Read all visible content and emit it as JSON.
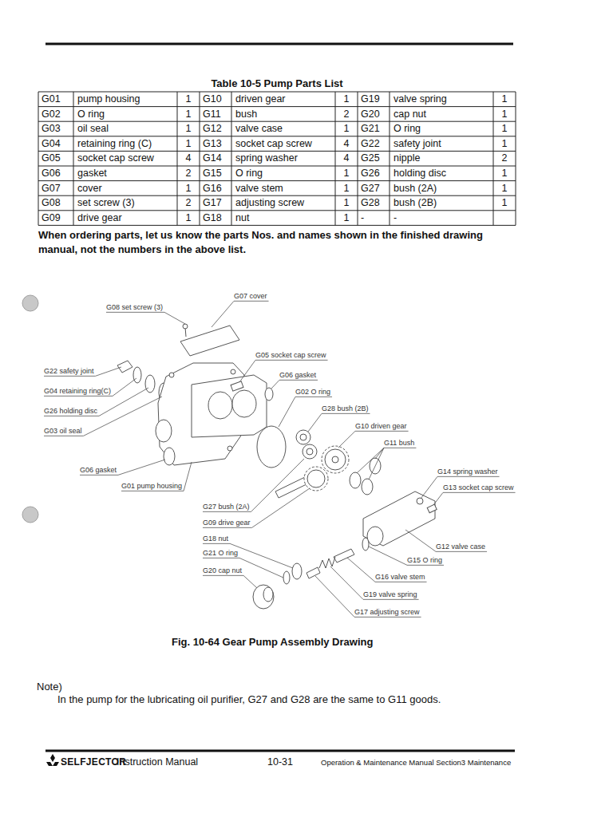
{
  "diagram": {
    "title": "Table 10-5  Pump Parts List",
    "caption": "Fig. 10-64   Gear Pump Assembly Drawing",
    "labels": [
      "G01",
      "pump housing",
      "1",
      "G10",
      "driven gear",
      "1",
      "G19",
      "valve spring",
      "1",
      "G02",
      "O ring",
      "1",
      "G11",
      "bush",
      "2",
      "G20",
      "cap nut",
      "1",
      "G03",
      "oil seal",
      "1",
      "G12",
      "valve case",
      "1",
      "G21",
      "O ring",
      "1",
      "G04",
      "retaining ring (C)",
      "1",
      "G13",
      "socket cap screw",
      "4",
      "G22",
      "safety joint",
      "1",
      "G05",
      "socket cap screw",
      "4",
      "G14",
      "spring washer",
      "4",
      "G25",
      "nipple",
      "2",
      "G06",
      "gasket",
      "2",
      "G15",
      "O ring",
      "1",
      "G26",
      "holding disc",
      "1",
      "G07",
      "cover",
      "1",
      "G16",
      "valve stem",
      "1",
      "G27",
      "bush (2A)",
      "1",
      "G08",
      "set screw (3)",
      "2",
      "G17",
      "adjusting screw",
      "1",
      "G28",
      "bush (2B)",
      "1",
      "G09",
      "drive gear",
      "1",
      "G18",
      "nut",
      "1",
      "-",
      "-",
      "When ordering parts, let us know the parts Nos. and names shown in the finished drawing manual, not the numbers in the above list.",
      "G07 cover",
      "G08 set screw (3)",
      "G05 socket cap screw",
      "G22 safety joint",
      "G06 gasket",
      "G04 retaining ring(C)",
      "G02 O ring",
      "G26 holding disc",
      "G28 bush (2B)",
      "G03 oil seal",
      "G10 driven gear",
      "G11 bush",
      "G06 gasket",
      "G14 spring washer",
      "G01 pump housing",
      "G13 socket cap screw",
      "G27 bush (2A)",
      "G09 drive gear",
      "G12 valve case",
      "G18 nut",
      "G15 O ring",
      "G21 O ring",
      "G20 cap nut",
      "G16 valve stem",
      "G19 valve spring",
      "G17 adjusting screw",
      "Note)",
      "In the pump for the lubricating oil purifier, G27 and G28 are the same to G11 goods.",
      "SELFJECTOR",
      "Instruction Manual",
      "10-31",
      "Operation & Maintenance Manual Section3 Maintenance"
    ]
  }
}
